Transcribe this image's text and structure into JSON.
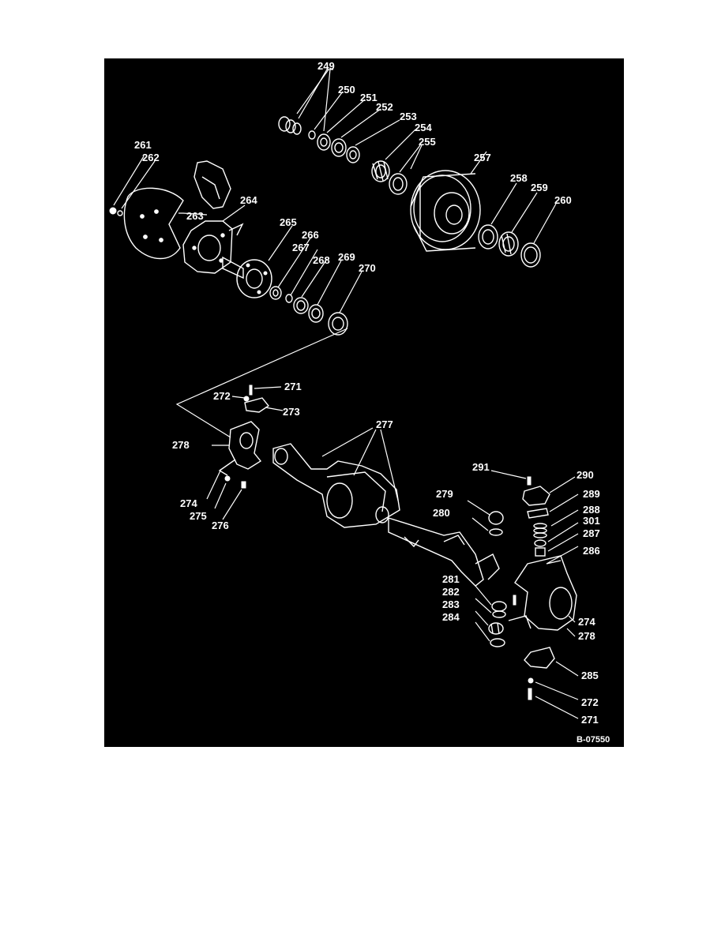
{
  "figure": {
    "reference": "B-07550",
    "colors": {
      "background": "#000000",
      "ink": "#ffffff",
      "page": "#ffffff"
    },
    "callouts": {
      "c249": "249",
      "c250": "250",
      "c251": "251",
      "c252": "252",
      "c253": "253",
      "c254": "254",
      "c255": "255",
      "c257": "257",
      "c258": "258",
      "c259": "259",
      "c260": "260",
      "c261": "261",
      "c262": "262",
      "c263": "263",
      "c264": "264",
      "c265": "265",
      "c266": "266",
      "c267": "267",
      "c268": "268",
      "c269": "269",
      "c270": "270",
      "c271a": "271",
      "c272a": "272",
      "c273": "273",
      "c277": "277",
      "c278a": "278",
      "c274a": "274",
      "c275": "275",
      "c276": "276",
      "c291": "291",
      "c290": "290",
      "c279": "279",
      "c289": "289",
      "c288": "288",
      "c280": "280",
      "c301": "301",
      "c287": "287",
      "c286": "286",
      "c281": "281",
      "c282": "282",
      "c283": "283",
      "c284": "284",
      "c274b": "274",
      "c278b": "278",
      "c285": "285",
      "c272b": "272",
      "c271b": "271"
    }
  }
}
